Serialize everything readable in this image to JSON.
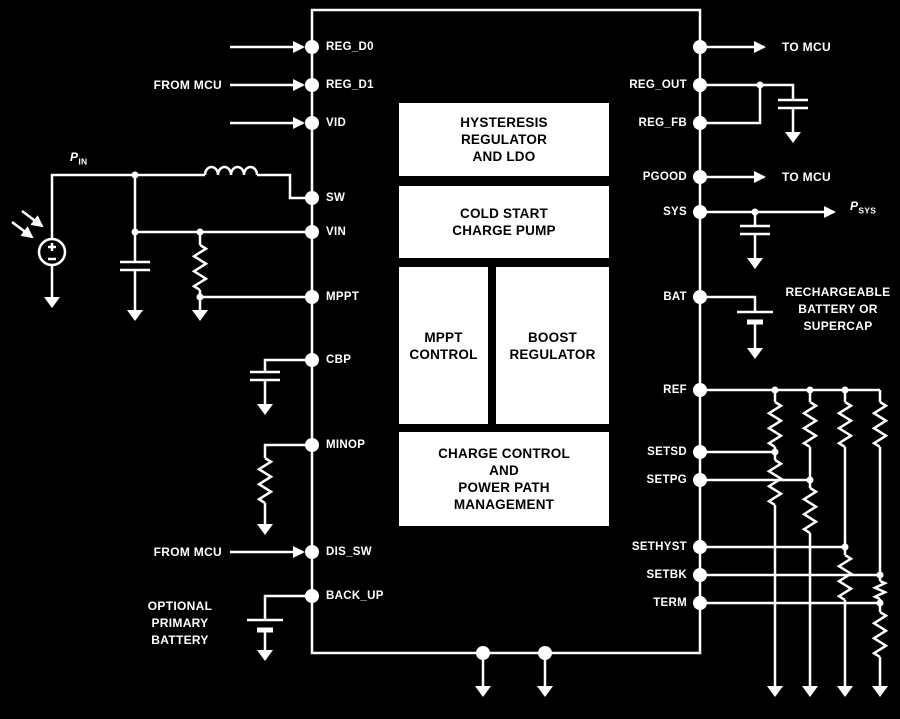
{
  "colors": {
    "background": "#000000",
    "foreground": "#ffffff",
    "block_background": "#ffffff",
    "block_text": "#000000"
  },
  "chip": {
    "blocks": {
      "hysteresis": "HYSTERESIS\nREGULATOR\nAND LDO",
      "cold_start": "COLD START\nCHARGE PUMP",
      "mppt": "MPPT\nCONTROL",
      "boost": "BOOST\nREGULATOR",
      "charge": "CHARGE CONTROL\nAND\nPOWER PATH\nMANAGEMENT"
    },
    "pins": {
      "left": [
        {
          "label": "REG_D0"
        },
        {
          "label": "REG_D1"
        },
        {
          "label": "VID"
        },
        {
          "label": "SW"
        },
        {
          "label": "VIN"
        },
        {
          "label": "MPPT"
        },
        {
          "label": "CBP"
        },
        {
          "label": "MINOP"
        },
        {
          "label": "DIS_SW"
        },
        {
          "label": "BACK_UP"
        }
      ],
      "right": [
        {
          "label": "REG_OUT"
        },
        {
          "label": "REG_FB"
        },
        {
          "label": "PGOOD"
        },
        {
          "label": "SYS"
        },
        {
          "label": "BAT"
        },
        {
          "label": "REF"
        },
        {
          "label": "SETSD"
        },
        {
          "label": "SETPG"
        },
        {
          "label": "SETHYST"
        },
        {
          "label": "SETBK"
        },
        {
          "label": "TERM"
        }
      ]
    }
  },
  "annotations": {
    "from_mcu_top": "FROM MCU",
    "from_mcu_bottom": "FROM MCU",
    "to_mcu_top": "TO MCU",
    "to_mcu_pgood": "TO MCU",
    "p_in": {
      "main": "P",
      "sub": "IN"
    },
    "p_sys": {
      "main": "P",
      "sub": "SYS"
    },
    "rechargeable_note": "RECHARGEABLE\nBATTERY OR\nSUPERCAP",
    "primary_battery_note": "OPTIONAL\nPRIMARY\nBATTERY"
  }
}
